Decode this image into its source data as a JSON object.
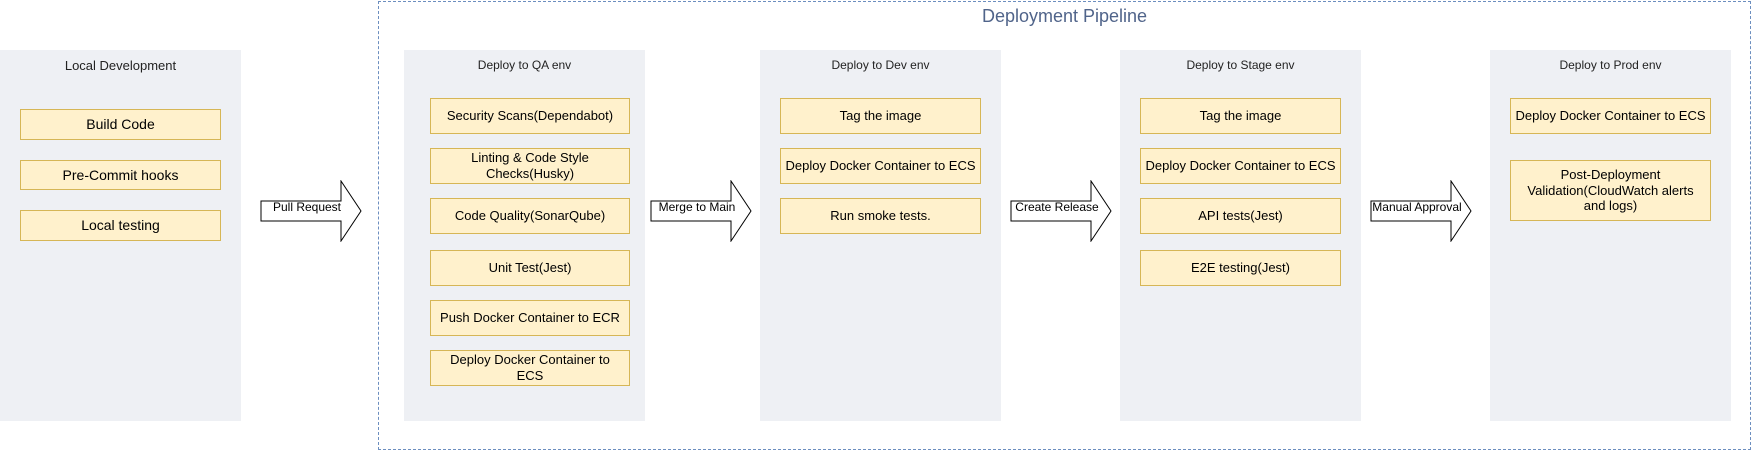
{
  "pipeline": {
    "title": "Deployment Pipeline"
  },
  "local": {
    "title": "Local Development",
    "steps": [
      "Build Code",
      "Pre-Commit hooks",
      "Local testing"
    ]
  },
  "qa": {
    "title": "Deploy to QA env",
    "steps": [
      "Security Scans(Dependabot)",
      "Linting & Code Style Checks(Husky)",
      "Code Quality(SonarQube)",
      "Unit Test(Jest)",
      "Push Docker Container to ECR",
      "Deploy Docker Container to ECS"
    ]
  },
  "dev": {
    "title": "Deploy to Dev env",
    "steps": [
      "Tag the image",
      "Deploy Docker Container to ECS",
      "Run smoke tests."
    ]
  },
  "stage": {
    "title": "Deploy to Stage env",
    "steps": [
      "Tag the image",
      "Deploy Docker Container to ECS",
      "API tests(Jest)",
      "E2E testing(Jest)"
    ]
  },
  "prod": {
    "title": "Deploy to Prod env",
    "steps": [
      "Deploy Docker Container to ECS",
      "Post-Deployment Validation(CloudWatch alerts and logs)"
    ]
  },
  "arrows": [
    "Pull Request",
    "Merge to Main",
    "Create Release",
    "Manual Approval"
  ],
  "colors": {
    "stage_bg": "#eef0f4",
    "step_fill": "#fff1cc",
    "step_border": "#d6b656",
    "frame_border": "#6c8ebf",
    "title_color": "#50648a"
  }
}
